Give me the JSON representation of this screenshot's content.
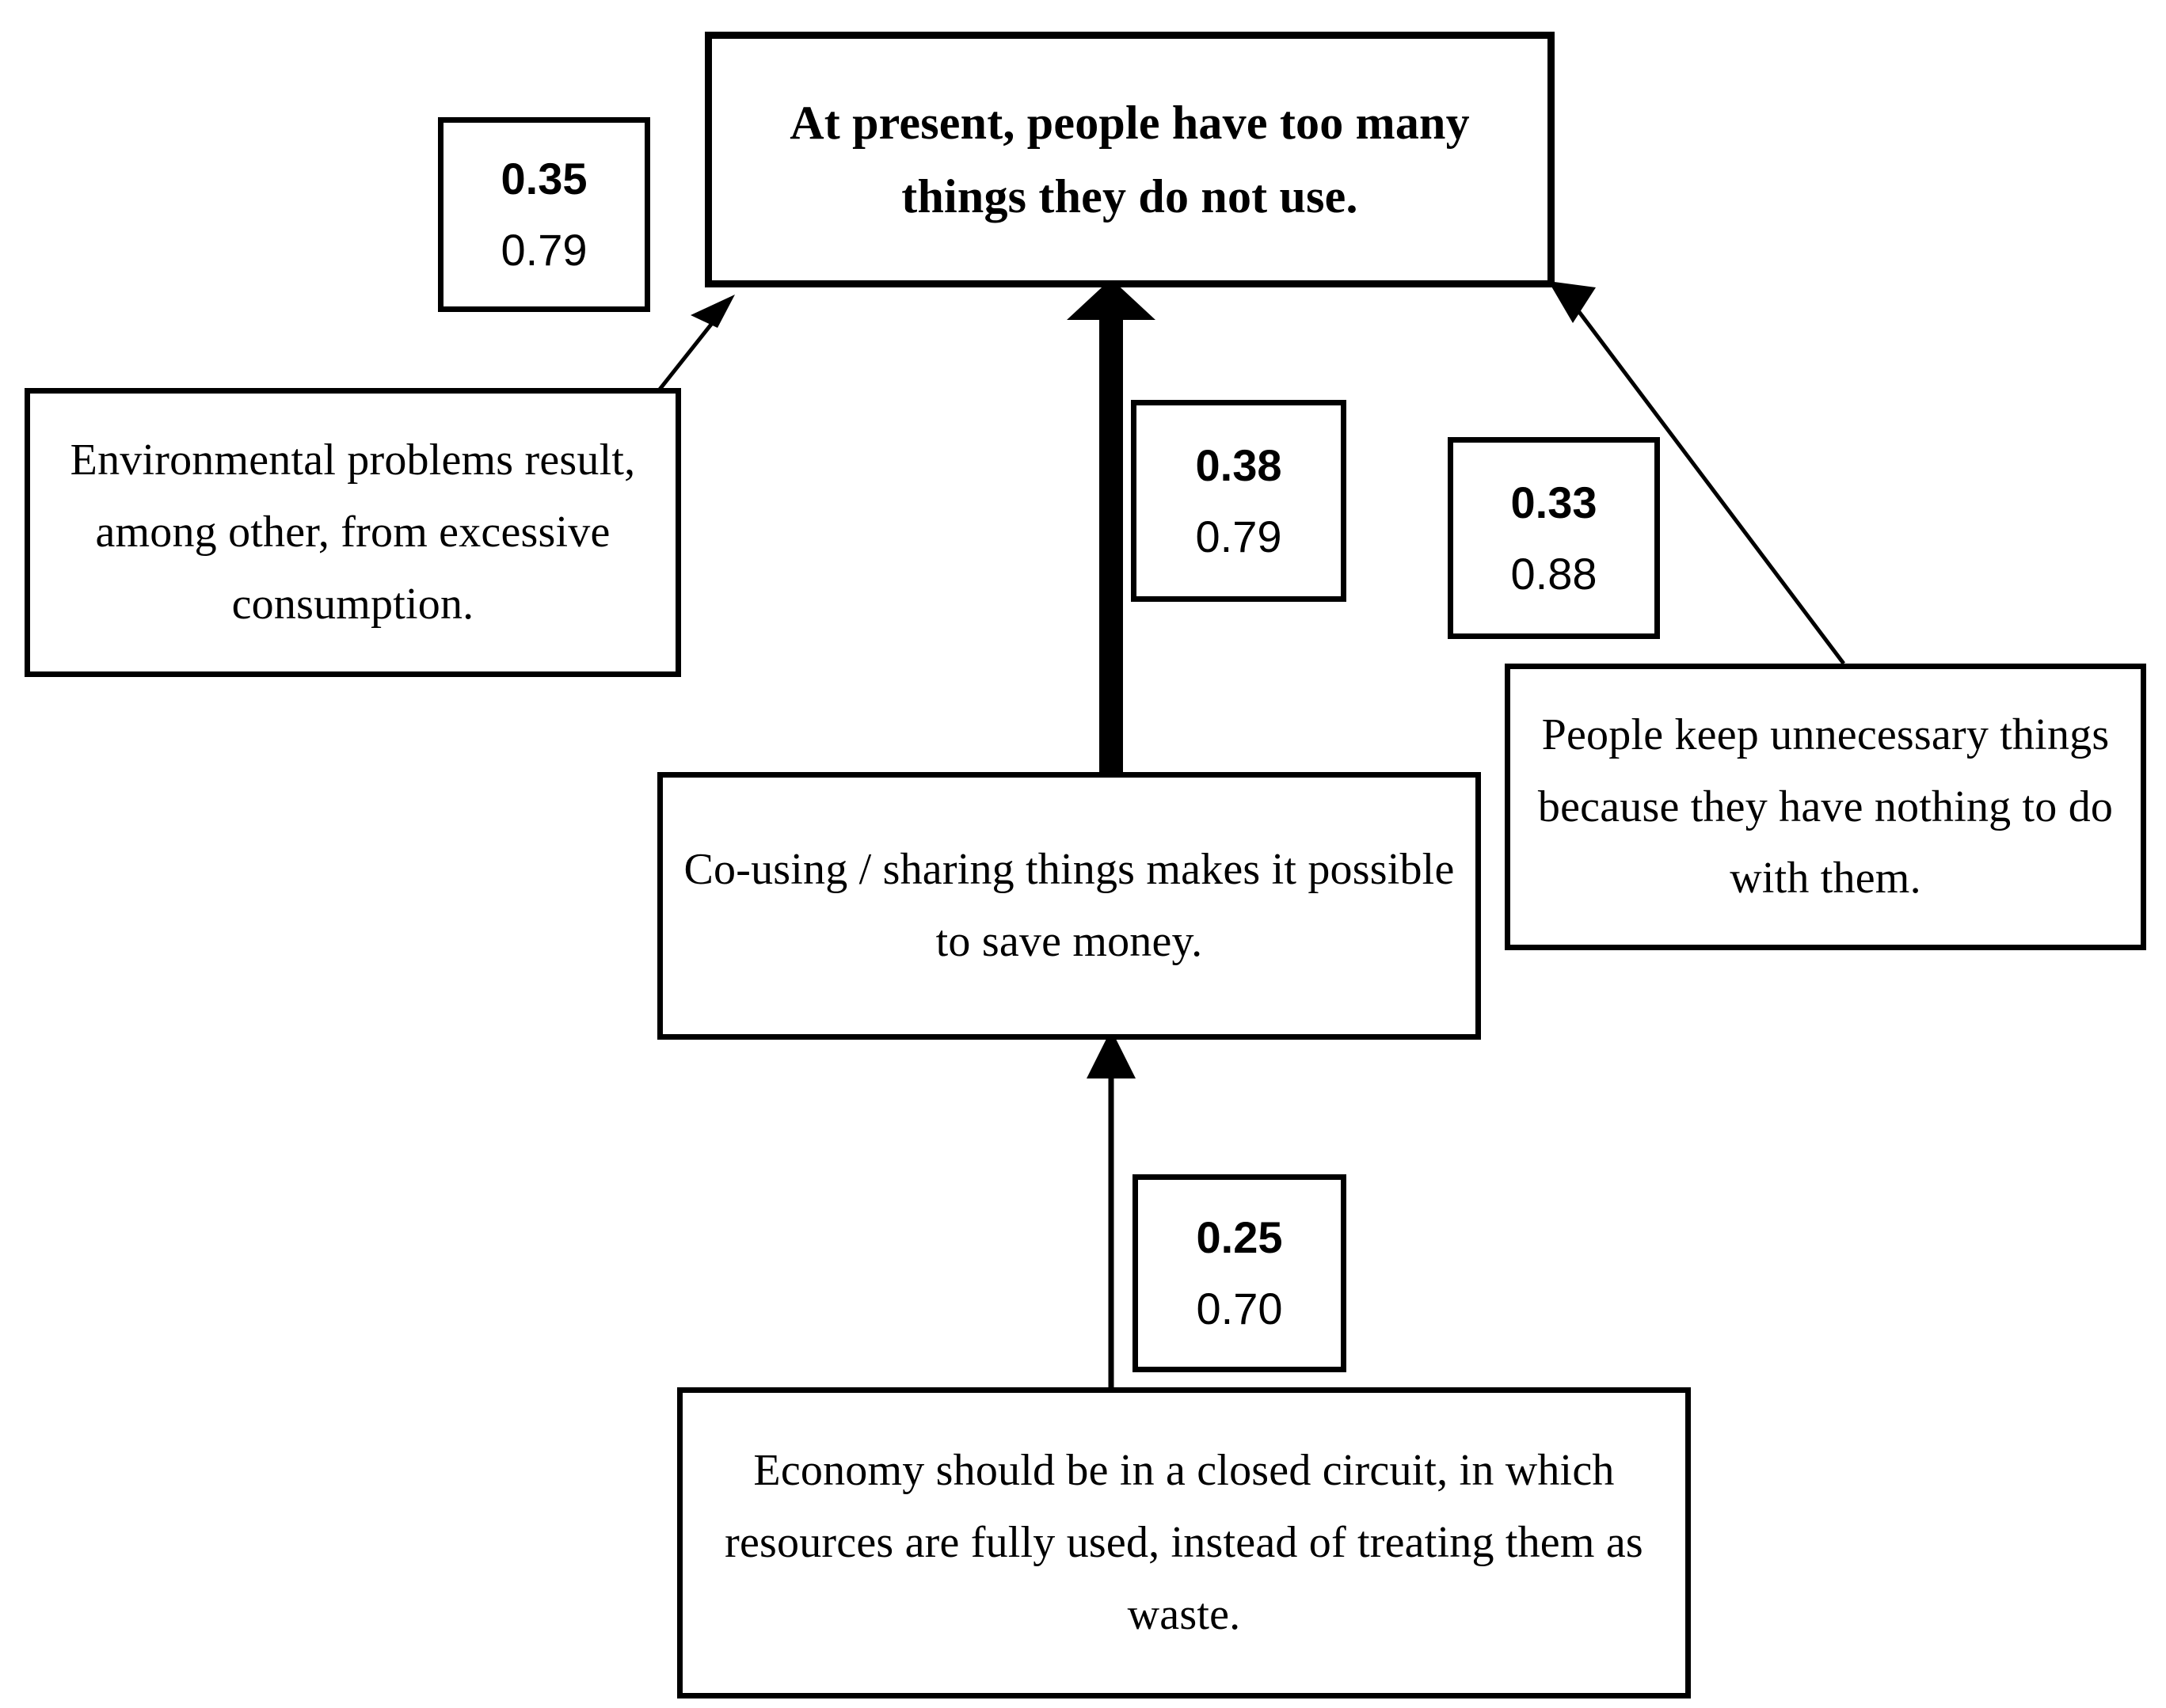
{
  "diagram": {
    "title_node": {
      "id": "at-present",
      "text": "At present, people have too many things they do not use.",
      "emphasis": "bold"
    },
    "nodes": [
      {
        "id": "at-present",
        "text": "At present, people have too many things they do not use.",
        "lines": [
          "At present, people have too many",
          "things they do not use."
        ]
      },
      {
        "id": "environmental-problems",
        "text": "Environmental problems result, among other, from excessive consumption.",
        "lines": [
          "Environmental problems",
          "result, among other, from",
          "excessive consumption."
        ]
      },
      {
        "id": "co-using-sharing",
        "text": "Co-using / sharing things makes it possible to save money.",
        "lines": [
          "Co-using / sharing things makes it",
          "possible to save money."
        ]
      },
      {
        "id": "people-keep-unnecessary",
        "text": "People keep unnecessary things because they have nothing to do with them.",
        "lines": [
          "People keep unnecessary",
          "things because they have",
          "nothing to do with them."
        ]
      },
      {
        "id": "closed-circuit-economy",
        "text": "Economy should be in a closed circuit, in which resources are fully used, instead of treating them as waste.",
        "lines": [
          "Economy should be in a closed circuit, in",
          "which resources are fully used, instead of",
          "treating them as waste."
        ]
      }
    ],
    "coefficients": [
      {
        "id": "coef-env-to-present",
        "path_coefficient": "0.35",
        "loading": "0.79",
        "from": "environmental-problems",
        "to": "at-present"
      },
      {
        "id": "coef-sharing-to-present",
        "path_coefficient": "0.38",
        "loading": "0.79",
        "from": "co-using-sharing",
        "to": "at-present"
      },
      {
        "id": "coef-keep-to-present",
        "path_coefficient": "0.33",
        "loading": "0.88",
        "from": "people-keep-unnecessary",
        "to": "at-present"
      },
      {
        "id": "coef-economy-to-sharing",
        "path_coefficient": "0.25",
        "loading": "0.70",
        "from": "closed-circuit-economy",
        "to": "co-using-sharing"
      }
    ],
    "edges": [
      {
        "id": "edge-env-to-present",
        "from": "environmental-problems",
        "to": "at-present",
        "weight": "thin"
      },
      {
        "id": "edge-sharing-to-present",
        "from": "co-using-sharing",
        "to": "at-present",
        "weight": "thick"
      },
      {
        "id": "edge-keep-to-present",
        "from": "people-keep-unnecessary",
        "to": "at-present",
        "weight": "thin"
      },
      {
        "id": "edge-economy-to-sharing",
        "from": "closed-circuit-economy",
        "to": "co-using-sharing",
        "weight": "thin"
      }
    ],
    "colors": {
      "stroke": "#000000",
      "fill": "#ffffff",
      "text": "#000000"
    }
  }
}
